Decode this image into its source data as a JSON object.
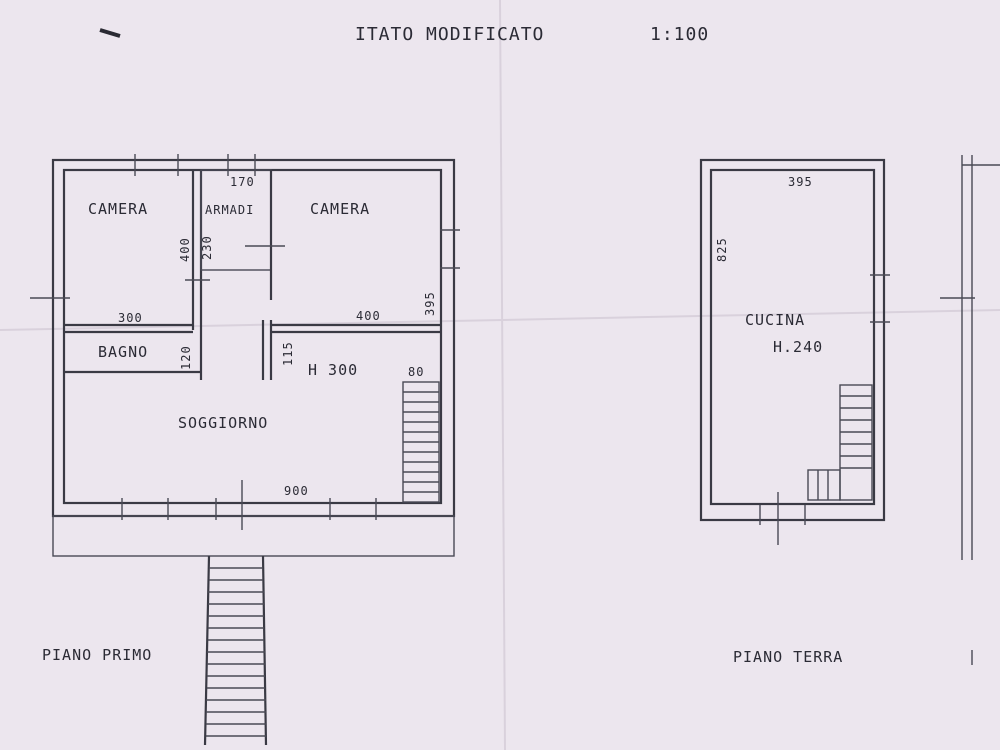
{
  "header": {
    "title": "ITATO MODIFICATO",
    "scale": "1:100"
  },
  "first_floor": {
    "caption": "PIANO PRIMO",
    "rooms": {
      "camera_left": "CAMERA",
      "armadi": "ARMADI",
      "camera_right": "CAMERA",
      "bagno": "BAGNO",
      "soggiorno": "SOGGIORNO",
      "height": "H 300"
    },
    "dimensions": {
      "armadi_width": "170",
      "armadi_depth": "230",
      "camera_left_depth": "400",
      "camera_left_width": "300",
      "camera_right_width": "400",
      "camera_right_depth": "395",
      "bagno_depth": "120",
      "hall_depth": "115",
      "stair_width": "80",
      "total_width": "900"
    }
  },
  "ground_floor": {
    "caption": "PIANO TERRA",
    "rooms": {
      "cucina": "CUCINA",
      "height": "H.240"
    },
    "dimensions": {
      "width": "395",
      "depth": "825"
    }
  },
  "colors": {
    "paper": "#ece6ee",
    "ink": "#2b2b35"
  }
}
